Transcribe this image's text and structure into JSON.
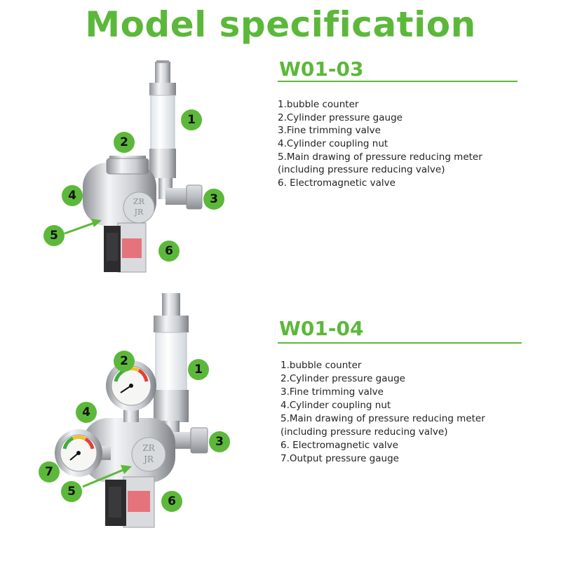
{
  "title": "Model specification",
  "colors": {
    "accent": "#5cb83a",
    "text": "#222222"
  },
  "models": [
    {
      "name": "W01-03",
      "specs": [
        "1.bubble counter",
        "2.Cylinder pressure gauge",
        "3.Fine trimming valve",
        "4.Cylinder coupling nut",
        "5.Main drawing of pressure reducing meter",
        "(including pressure reducing valve)",
        "6. Electromagnetic valve"
      ],
      "markers": [
        "1",
        "2",
        "3",
        "4",
        "5",
        "6"
      ]
    },
    {
      "name": "W01-04",
      "specs": [
        "1.bubble counter",
        "2.Cylinder pressure gauge",
        "3.Fine trimming valve",
        "4.Cylinder coupling nut",
        "5.Main drawing of pressure reducing meter",
        "(including pressure reducing valve)",
        "6. Electromagnetic valve",
        "7.Output pressure gauge"
      ],
      "markers": [
        "1",
        "2",
        "3",
        "4",
        "5",
        "6",
        "7"
      ]
    }
  ]
}
